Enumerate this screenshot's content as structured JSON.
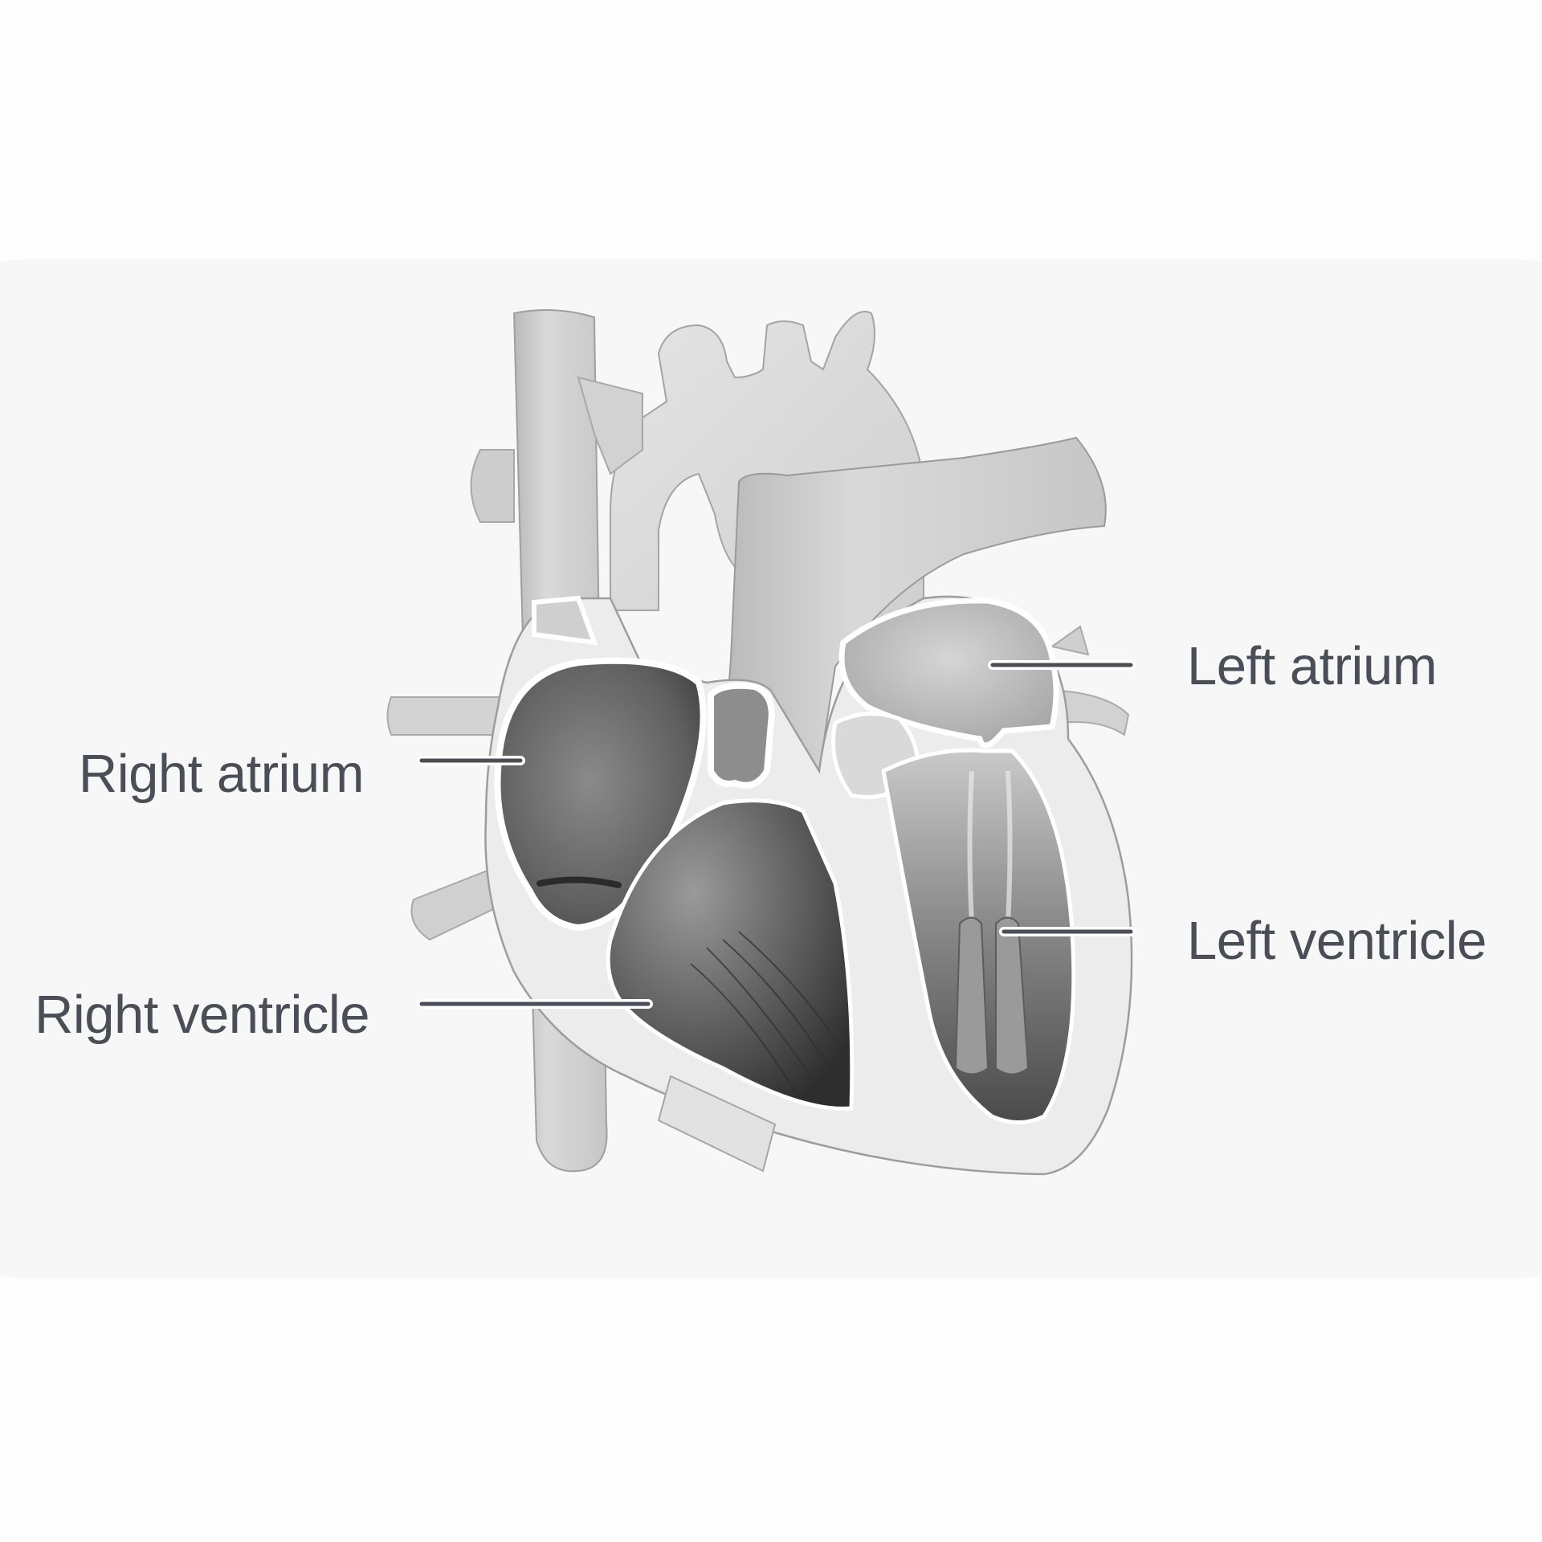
{
  "diagram": {
    "subject": "Human heart (cross-section, pencil illustration)",
    "colors": {
      "page_background": "#fdfdfd",
      "card_background": "#f7f7f7",
      "label_text": "#4a4f57",
      "leader_line": "#4a4f57"
    },
    "labels": [
      {
        "id": "right-atrium",
        "text": "Right atrium",
        "side": "left"
      },
      {
        "id": "right-ventricle",
        "text": "Right ventricle",
        "side": "left"
      },
      {
        "id": "left-atrium",
        "text": "Left atrium",
        "side": "right"
      },
      {
        "id": "left-ventricle",
        "text": "Left ventricle",
        "side": "right"
      }
    ]
  }
}
